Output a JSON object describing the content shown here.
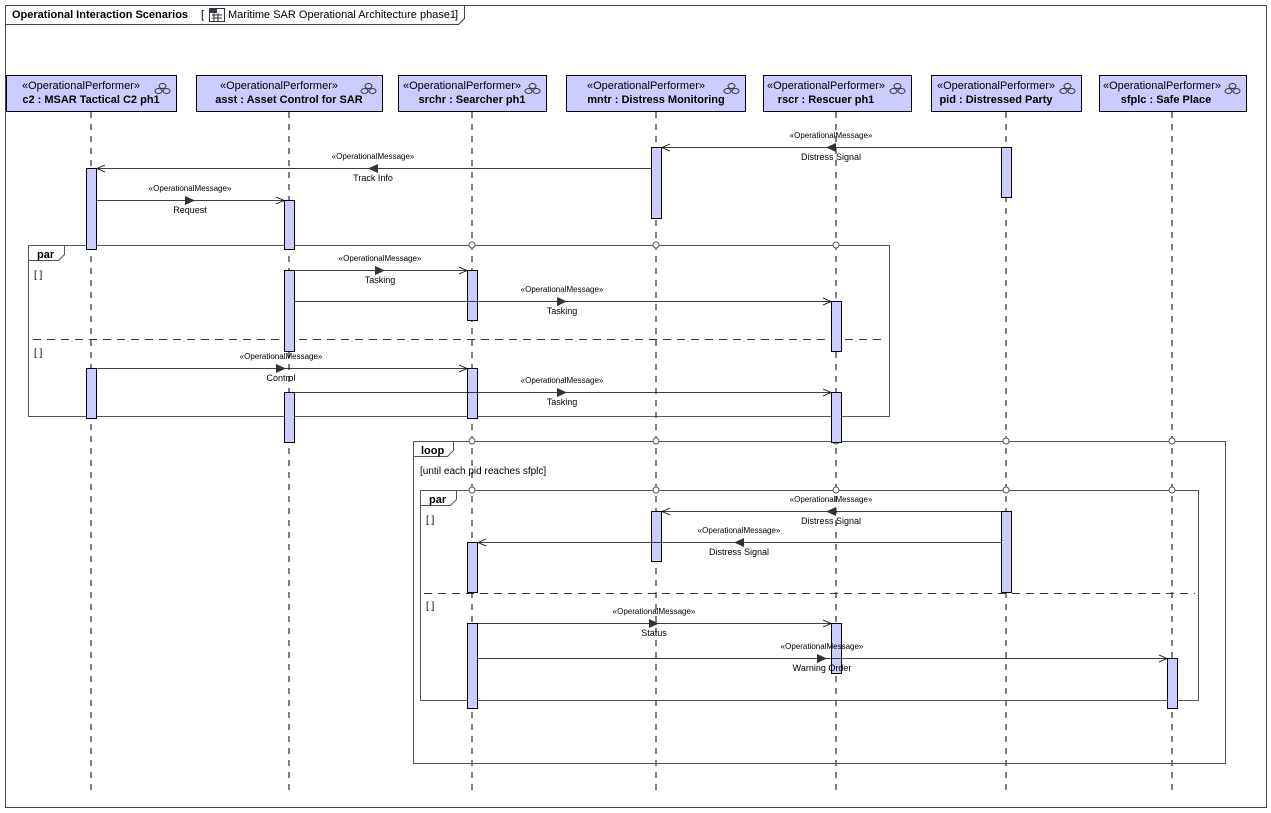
{
  "diagram": {
    "frame_type": "Operational Interaction Scenarios",
    "owner_bracket_open": "[",
    "owner_name": "Maritime SAR Operational Architecture phase1",
    "owner_bracket_close": "]",
    "owner_icon": "package-diagram-icon"
  },
  "performers": [
    {
      "stereotype": "«OperationalPerformer»",
      "name": "c2 : MSAR Tactical C2 ph1",
      "icon": "performer-icon"
    },
    {
      "stereotype": "«OperationalPerformer»",
      "name": "asst : Asset Control for SAR",
      "icon": "performer-icon"
    },
    {
      "stereotype": "«OperationalPerformer»",
      "name": "srchr : Searcher ph1",
      "icon": "performer-icon"
    },
    {
      "stereotype": "«OperationalPerformer»",
      "name": "mntr : Distress Monitoring",
      "icon": "performer-icon"
    },
    {
      "stereotype": "«OperationalPerformer»",
      "name": "rscr : Rescuer ph1",
      "icon": "performer-icon"
    },
    {
      "stereotype": "«OperationalPerformer»",
      "name": "pid : Distressed Party",
      "icon": "performer-icon"
    },
    {
      "stereotype": "«OperationalPerformer»",
      "name": "sfplc : Safe Place",
      "icon": "performer-icon"
    }
  ],
  "messages": [
    {
      "stereotype": "«OperationalMessage»",
      "name": "Distress Signal",
      "from": "pid",
      "to": "mntr"
    },
    {
      "stereotype": "«OperationalMessage»",
      "name": "Track Info",
      "from": "mntr",
      "to": "c2"
    },
    {
      "stereotype": "«OperationalMessage»",
      "name": "Request",
      "from": "c2",
      "to": "asst"
    },
    {
      "stereotype": "«OperationalMessage»",
      "name": "Tasking",
      "from": "asst",
      "to": "srchr"
    },
    {
      "stereotype": "«OperationalMessage»",
      "name": "Tasking",
      "from": "asst",
      "to": "rscr"
    },
    {
      "stereotype": "«OperationalMessage»",
      "name": "Control",
      "from": "c2",
      "to": "srchr"
    },
    {
      "stereotype": "«OperationalMessage»",
      "name": "Tasking",
      "from": "asst",
      "to": "rscr"
    },
    {
      "stereotype": "«OperationalMessage»",
      "name": "Distress Signal",
      "from": "pid",
      "to": "mntr"
    },
    {
      "stereotype": "«OperationalMessage»",
      "name": "Distress Signal",
      "from": "pid",
      "to": "srchr"
    },
    {
      "stereotype": "«OperationalMessage»",
      "name": "Status",
      "from": "srchr",
      "to": "rscr"
    },
    {
      "stereotype": "«OperationalMessage»",
      "name": "Warning Order",
      "from": "srchr",
      "to": "sfplc"
    }
  ],
  "fragments": [
    {
      "operator": "par",
      "operands": [
        {
          "guard": "[ ]"
        },
        {
          "guard": "[ ]"
        }
      ]
    },
    {
      "operator": "loop",
      "operands": [
        {
          "guard": "[until each pid reaches sfplc]"
        }
      ]
    },
    {
      "operator": "par",
      "operands": [
        {
          "guard": "[ ]"
        },
        {
          "guard": "[ ]"
        }
      ]
    }
  ],
  "colors": {
    "performer_fill": "#ccccff",
    "activation_fill": "#ccccff",
    "guard_blue": "#000080",
    "line": "#000000"
  }
}
